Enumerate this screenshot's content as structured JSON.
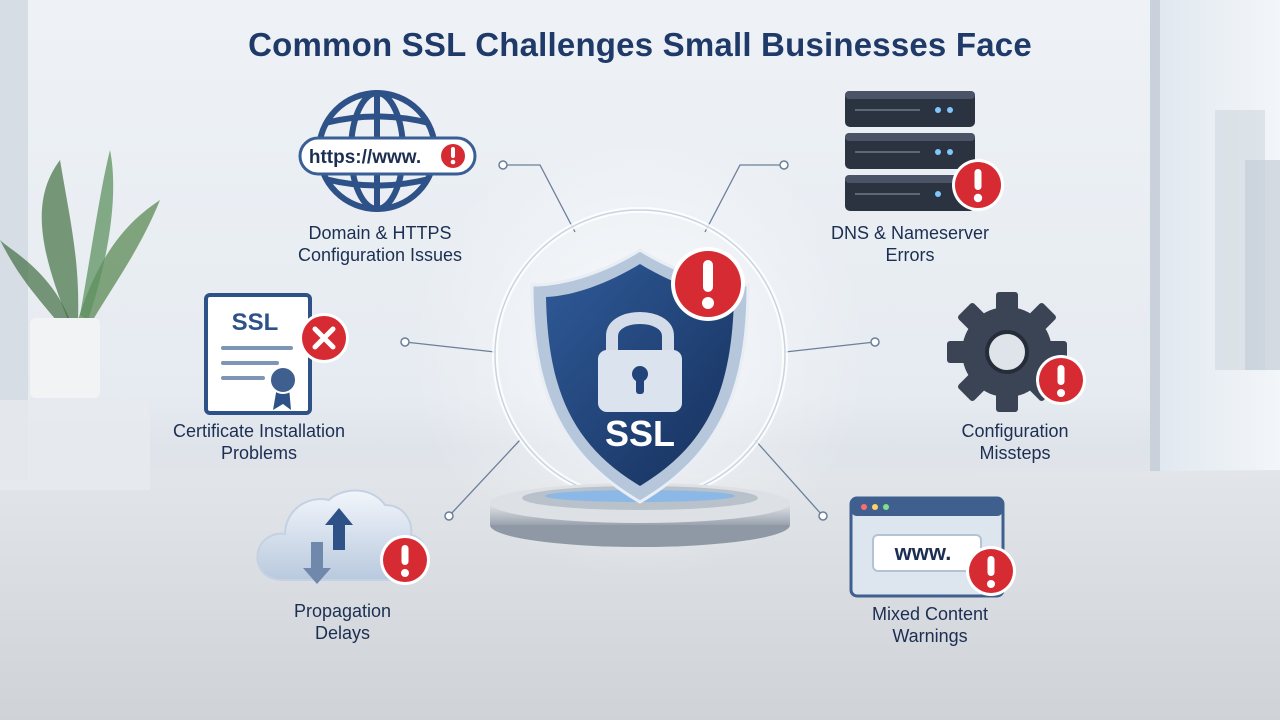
{
  "title": "Common SSL Challenges Small Businesses Face",
  "center": {
    "badge_text": "SSL"
  },
  "challenges": [
    {
      "line1": "Domain & HTTPS",
      "line2": "Configuration Issues",
      "detail": "https://www."
    },
    {
      "line1": "DNS & Nameserver",
      "line2": "Errors"
    },
    {
      "line1": "Certificate Installation",
      "line2": "Problems",
      "detail": "SSL"
    },
    {
      "line1": "Configuration",
      "line2": "Missteps"
    },
    {
      "line1": "Propagation",
      "line2": "Delays"
    },
    {
      "line1": "Mixed Content",
      "line2": "Warnings",
      "detail": "www."
    }
  ],
  "colors": {
    "title": "#1f3a68",
    "shield": "#23447a",
    "alert": "#d62b32",
    "steel": "#3f5f8f"
  },
  "icons": [
    "globe-icon",
    "server-stack-icon",
    "certificate-icon",
    "gear-icon",
    "cloud-sync-icon",
    "browser-window-icon",
    "shield-lock-icon",
    "alert-icon",
    "error-x-icon"
  ]
}
